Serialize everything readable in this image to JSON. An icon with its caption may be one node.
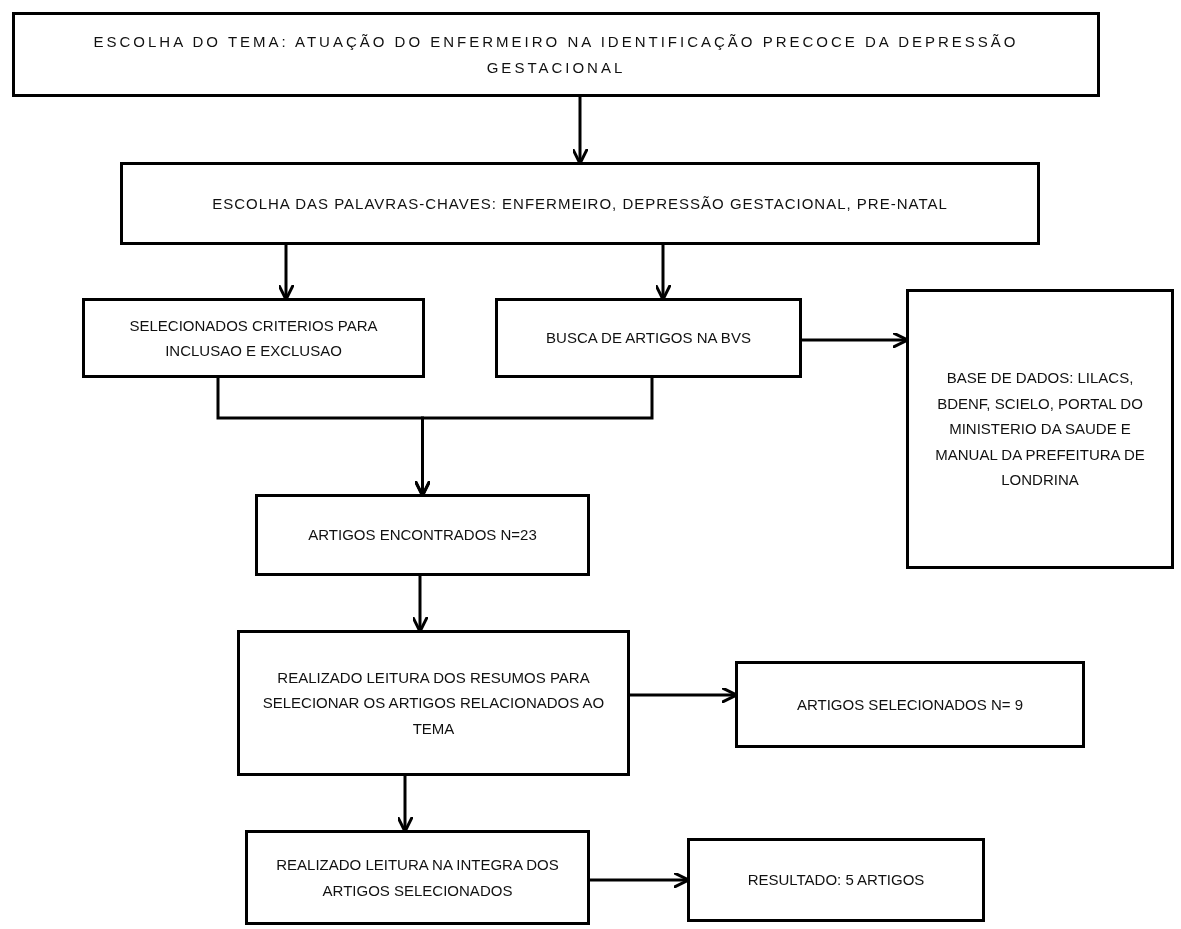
{
  "diagram": {
    "nodes": [
      {
        "text": [
          "ESCOLHA DO TEMA: ATUAÇÃO DO ENFERMEIRO NA IDENTIFICAÇÃO PRECOCE DA DEPRESSÃO GESTACIONAL"
        ]
      },
      {
        "text": [
          "ESCOLHA DAS PALAVRAS-CHAVES: ENFERMEIRO, DEPRESSÃO GESTACIONAL, PRE-NATAL"
        ]
      },
      {
        "text": [
          "SELECIONADOS CRITERIOS PARA INCLUSAO E EXCLUSAO"
        ]
      },
      {
        "text": [
          "BUSCA DE ARTIGOS NA BVS"
        ]
      },
      {
        "text": [
          "BASE DE DADOS: LILACS, BDENF, SCIELO, PORTAL DO MINISTERIO DA SAUDE E MANUAL DA PREFEITURA DE LONDRINA"
        ]
      },
      {
        "text": [
          "ARTIGOS ENCONTRADOS N=23"
        ]
      },
      {
        "text": [
          "REALIZADO LEITURA DOS RESUMOS PARA SELECIONAR OS ARTIGOS RELACIONADOS AO TEMA"
        ]
      },
      {
        "text": [
          "ARTIGOS SELECIONADOS N= 9"
        ]
      },
      {
        "text": [
          "REALIZADO LEITURA NA INTEGRA DOS ARTIGOS SELECIONADOS"
        ]
      },
      {
        "text": [
          "RESULTADO: 5 ARTIGOS"
        ]
      }
    ],
    "edges": [
      {
        "from": 0,
        "to": 1,
        "arrow": "to"
      },
      {
        "from": 1,
        "to": 2,
        "arrow": "to"
      },
      {
        "from": 1,
        "to": 3,
        "arrow": "to"
      },
      {
        "from": 3,
        "to": 4,
        "arrow": "to"
      },
      {
        "from": 2,
        "to": 5,
        "arrow": "to"
      },
      {
        "from": 3,
        "to": 5,
        "arrow": "to"
      },
      {
        "from": 5,
        "to": 6,
        "arrow": "to"
      },
      {
        "from": 6,
        "to": 7,
        "arrow": "to"
      },
      {
        "from": 6,
        "to": 8,
        "arrow": "to"
      },
      {
        "from": 8,
        "to": 9,
        "arrow": "to"
      }
    ]
  }
}
